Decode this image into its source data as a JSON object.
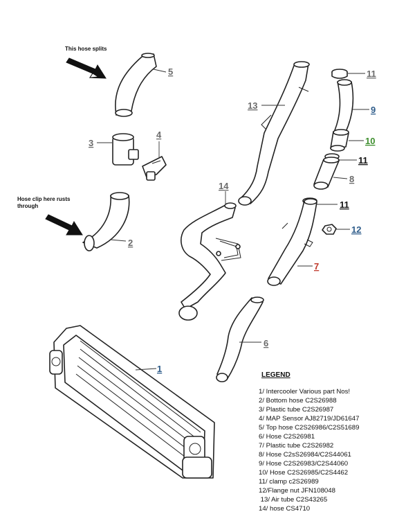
{
  "callouts": {
    "hose_splits": "This hose splits",
    "hose_clip_line1": "Hose clip here rusts",
    "hose_clip_line2": "through"
  },
  "labels": {
    "p1": "1",
    "p2": "2",
    "p3": "3",
    "p4": "4",
    "p5": "5",
    "p6": "6",
    "p7": "7",
    "p8": "8",
    "p9": "9",
    "p10": "10",
    "p11a": "11",
    "p11b": "11",
    "p11c": "11",
    "p12": "12",
    "p13": "13",
    "p14": "14"
  },
  "colors": {
    "default_label": "#6b6b6b",
    "label_7": "#c0392b",
    "label_9": "#2e5c8a",
    "label_10": "#3f8f2f",
    "label_11_dark": "#111111",
    "label_12": "#2e5c8a"
  },
  "legend": {
    "title": "LEGEND",
    "items": [
      "1/ Intercooler  Various part Nos!",
      "2/ Bottom hose C2S26988",
      "3/ Plastic tube C2S26987",
      "4/ MAP Sensor AJ82719/JD61647",
      "5/  Top hose C2S26986/C2S51689",
      "6/ Hose C2S26981",
      "7/ Plastic tube C2S26982",
      "8/ Hose C2sS26984/C2S44061",
      "9/ Hose C2S26983/C2S44060",
      "10/ Hose C2S26985/C2S4462",
      "11/ clamp c2S26989",
      "12/Flange nut JFN108048",
      " 13/ Air tube C2S43265",
      "14/ hose CS4710"
    ]
  }
}
